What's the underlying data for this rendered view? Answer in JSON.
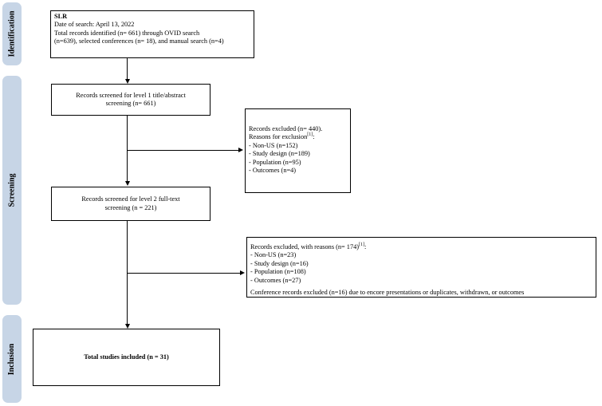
{
  "stages": {
    "identification": "Identification",
    "screening": "Screening",
    "inclusion": "Inclusion"
  },
  "box_slr": {
    "title": "SLR",
    "lines": [
      "Date of search: April 13, 2022",
      "Total records identified (n= 661) through OVID search",
      "(n=639), selected conferences (n= 18), and manual search (n=4)"
    ]
  },
  "box_level1": {
    "line1": "Records screened for level 1 title/abstract",
    "line2": "screening (n= 661)"
  },
  "box_excluded1": {
    "line1": "Records excluded (n= 440).",
    "reasons_label": "Reasons for exclusion",
    "reasons_ref": "[1]",
    "reasons_suffix": ":",
    "items": [
      "- Non-US (n=152)",
      "- Study design (n=189)",
      "- Population (n=95)",
      "- Outcomes (n=4)"
    ]
  },
  "box_level2": {
    "line1": "Records screened for level 2 full-text",
    "line2": "screening (n = 221)"
  },
  "box_excluded2": {
    "line1": "Records excluded, with reasons (n= 174)",
    "line1_ref": "[1]",
    "line1_suffix": ":",
    "items": [
      "- Non-US (n=23)",
      "- Study design (n=16)",
      "- Population (n=108)",
      "- Outcomes (n=27)"
    ],
    "note": "Conference records excluded (n=16) due to encore presentations or duplicates, withdrawn, or outcomes"
  },
  "box_included": {
    "text": "Total studies included (n = 31)"
  }
}
